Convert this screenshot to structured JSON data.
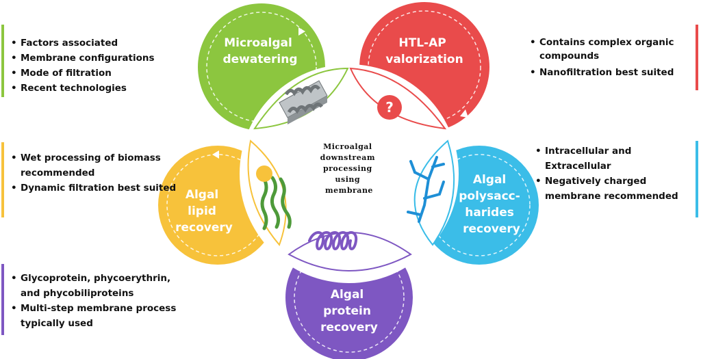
{
  "center": {
    "lines": [
      "Microalgal",
      "downstream",
      "processing",
      "using",
      "membrane"
    ]
  },
  "petals": {
    "dewatering": {
      "lines": [
        "Microalgal",
        "dewatering"
      ],
      "color": "#8cc63f"
    },
    "htl": {
      "lines": [
        "HTL-AP",
        "valorization"
      ],
      "color": "#e94b4b"
    },
    "poly": {
      "lines": [
        "Algal",
        "polysacc-",
        "harides",
        "recovery"
      ],
      "color": "#3bbde8"
    },
    "protein": {
      "lines": [
        "Algal",
        "protein",
        "recovery"
      ],
      "color": "#7e57c2"
    },
    "lipid": {
      "lines": [
        "Algal",
        "lipid",
        "recovery"
      ],
      "color": "#f7c23b"
    }
  },
  "panels": {
    "dewatering": {
      "bar_color": "#8cc63f",
      "items": [
        "Factors associated",
        "Membrane configurations",
        "Mode of filtration",
        "Recent technologies"
      ]
    },
    "htl": {
      "bar_color": "#e94b4b",
      "items": [
        "Contains complex organic compounds",
        "Nanofiltration best suited"
      ]
    },
    "lipid": {
      "bar_color": "#f7c23b",
      "items": [
        "Wet processing of biomass recommended",
        "Dynamic filtration best suited"
      ]
    },
    "poly": {
      "bar_color": "#3bbde8",
      "items": [
        "Intracellular and Extracellular",
        "Negatively charged membrane recommended"
      ]
    },
    "protein": {
      "bar_color": "#7e57c2",
      "items": [
        "Glycoprotein, phycoerythrin, and phycobiliproteins",
        "Multi-step membrane process typically used"
      ]
    }
  },
  "icons": {
    "question": "?",
    "question_color": "#e94b4b",
    "lipid_drop_color": "#f7c23b",
    "filament_color": "#4e9a3a",
    "spiral_color": "#7e57c2",
    "branch_color": "#1e8fd6"
  }
}
